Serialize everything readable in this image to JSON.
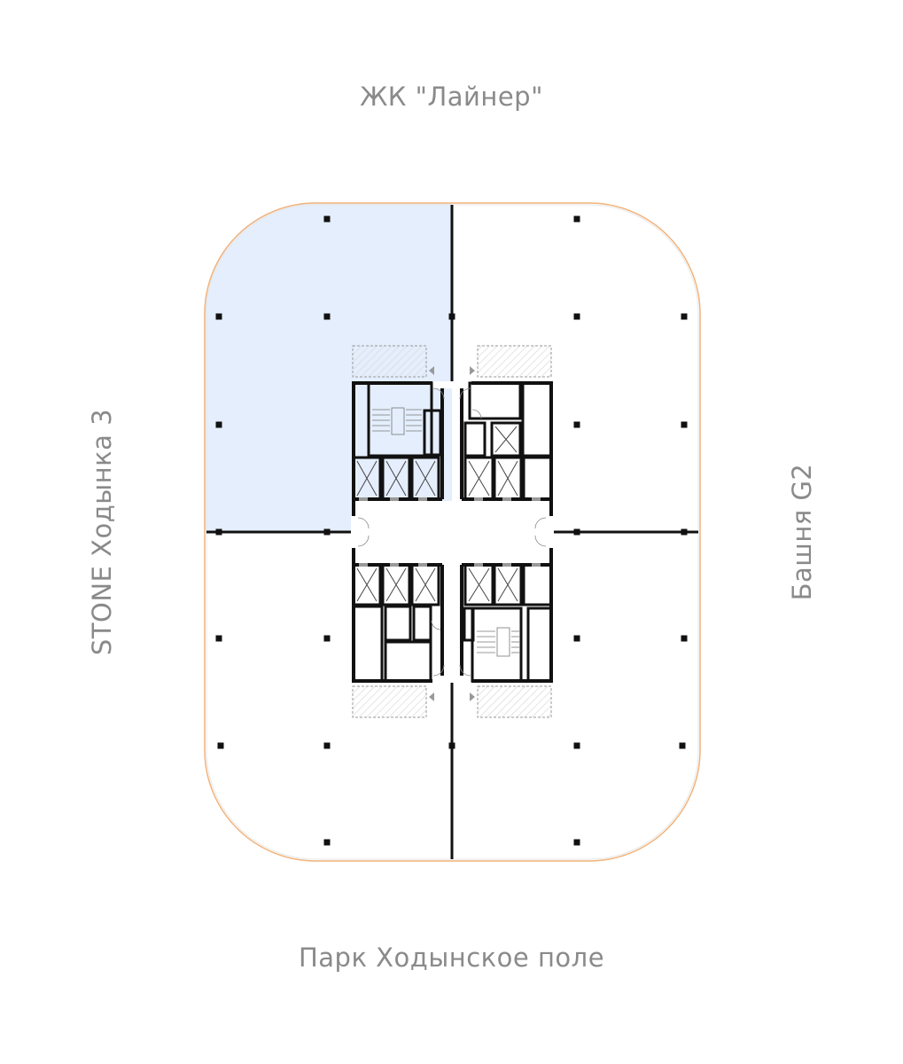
{
  "labels": {
    "top": "ЖК \"Лайнер\"",
    "bottom": "Парк Ходынское поле",
    "left": "STONE Ходынка 3",
    "right": "Башня G2"
  },
  "colors": {
    "outline": "#f2b27a",
    "highlight": "#e4eefc",
    "wall": "#111111",
    "text": "#8a8a8a"
  },
  "floor_plan": {
    "highlighted_zone": "north-west",
    "zones": [
      "north-west",
      "north-east",
      "south-west",
      "south-east"
    ]
  }
}
